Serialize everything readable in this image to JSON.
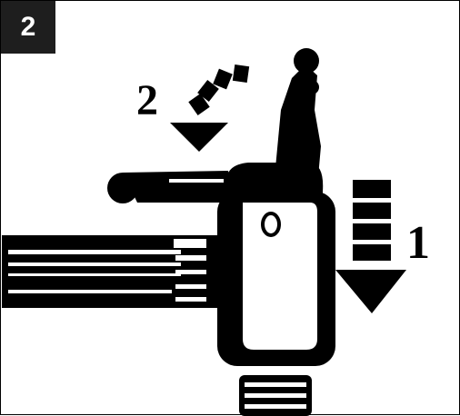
{
  "figure": {
    "badge_number": "2",
    "step_labels": {
      "rotate": "2",
      "push_down": "1"
    },
    "colors": {
      "ink": "#000000",
      "badge_background": "#1e1e1e",
      "badge_text": "#ffffff",
      "paper": "#ffffff"
    },
    "icons": {
      "rotate_arrow": "curved-arrow-down-icon",
      "push_arrow": "segmented-arrow-down-icon"
    }
  }
}
